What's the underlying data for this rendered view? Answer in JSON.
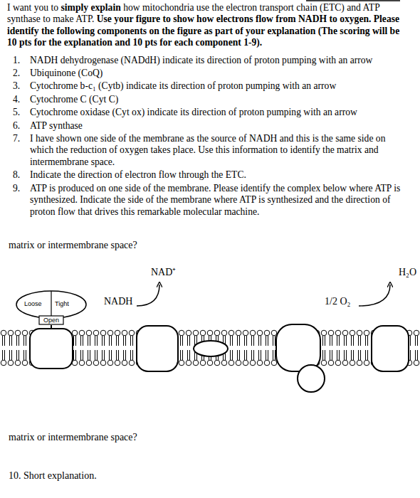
{
  "diagram": {
    "nodes": [
      {
        "text": [
          "Loose",
          "Tight",
          "Open"
        ]
      }
    ],
    "labels": [
      "I want you to",
      "simply explain",
      "how mitochondria use the electron transport chain (ETC) and ATP synthase to make ATP.",
      "Use your figure to show how electrons flow from NADH to oxygen. Please identify the following components on the figure as part of your explanation (The scoring will be 10 pts for the explanation and 10 pts for each component 1-9).",
      "1.",
      "NADH dehydrogenase (NADdH) indicate its direction of proton pumping with an arrow",
      "2.",
      "Ubiquinone (CoQ)",
      "3.",
      "Cytochrome b-c₁ (Cytb) indicate its direction of proton pumping with an arrow",
      "4.",
      "Cytochrome C (Cyt C)",
      "5.",
      "Cytochrome oxidase (Cyt ox) indicate its direction of proton pumping with an arrow",
      "6.",
      "ATP synthase",
      "7.",
      "I have shown one side of the membrane as the source of NADH and this is the same side on which the reduction of oxygen takes place. Use this information to identify the matrix and intermembrane space.",
      "8.",
      "Indicate the direction of electron flow through the ETC.",
      "9.",
      "ATP is produced on one side of the membrane. Please identify the complex below where ATP is synthesized. Indicate the side of the membrane where ATP is synthesized and the direction of proton flow that drives this remarkable molecular machine.",
      "matrix or intermembrane space?",
      "NAD⁺",
      "H₂O",
      "NADH",
      "1/2 O₂",
      "matrix or intermembrane space?",
      "10. Short explanation."
    ]
  }
}
